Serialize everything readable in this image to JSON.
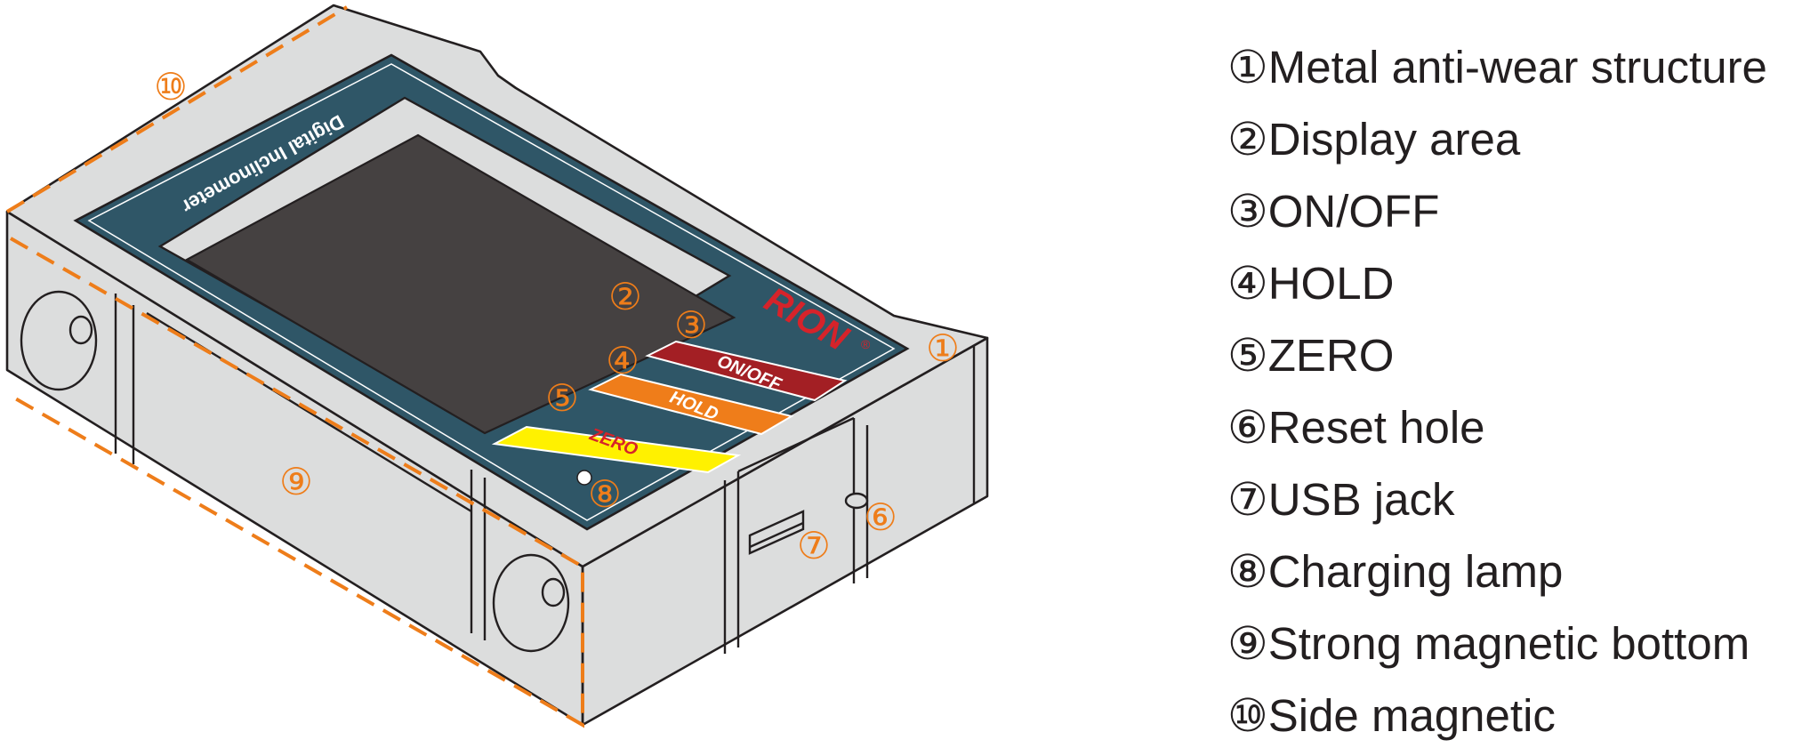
{
  "device": {
    "panel_title": "Digital Inclinometer",
    "brand_logo": "RION",
    "registered_mark": "®",
    "buttons": {
      "on_off": "ON/OFF",
      "hold": "HOLD",
      "zero": "ZERO"
    }
  },
  "callouts": {
    "c1": "①",
    "c2": "②",
    "c3": "③",
    "c4": "④",
    "c5": "⑤",
    "c6": "⑥",
    "c7": "⑦",
    "c8": "⑧",
    "c9": "⑨",
    "c10": "⑩"
  },
  "legend": [
    "①Metal anti-wear structure",
    "②Display area",
    "③ON/OFF",
    "④HOLD",
    "⑤ZERO",
    "⑥Reset hole",
    "⑦USB jack",
    "⑧Charging lamp",
    "⑨Strong magnetic bottom",
    "⑩Side magnetic"
  ],
  "colors": {
    "body": "#dcdddd",
    "panel": "#2f5667",
    "screen": "#454141",
    "on_off": "#a31f24",
    "hold": "#ef7d1a",
    "zero": "#fff100",
    "callout": "#ee7d1a",
    "outline": "#231f20"
  }
}
